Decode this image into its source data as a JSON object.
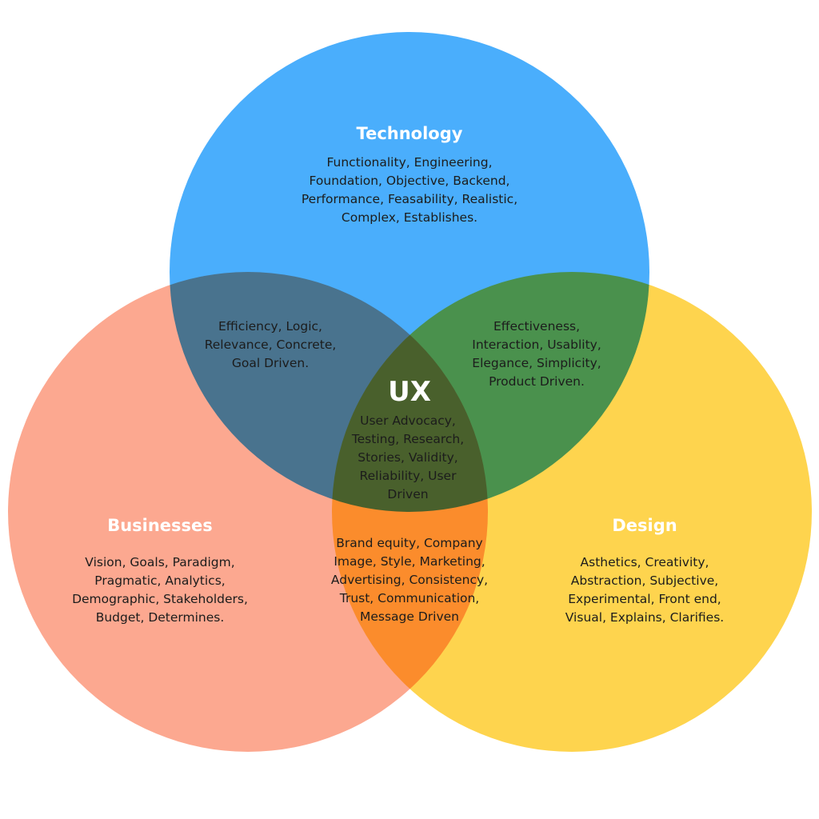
{
  "colors": {
    "technology": "#4aaefc",
    "businesses": "#fb8f71",
    "design": "#fecc2f",
    "title_text": "#ffffff",
    "body_text": "#1c1c1c"
  },
  "circles": {
    "technology": {
      "title": "Technology",
      "text": "Functionality, Engineering,\nFoundation, Objective, Backend,\nPerformance, Feasability, Realistic,\nComplex, Establishes."
    },
    "businesses": {
      "title": "Businesses",
      "text": "Vision, Goals, Paradigm,\nPragmatic, Analytics,\nDemographic, Stakeholders,\nBudget, Determines."
    },
    "design": {
      "title": "Design",
      "text": "Asthetics, Creativity,\nAbstraction, Subjective,\nExperimental, Front end,\nVisual, Explains, Clarifies."
    }
  },
  "overlaps": {
    "technology_businesses": "Efficiency, Logic,\nRelevance, Concrete,\nGoal Driven.",
    "technology_design": "Effectiveness,\nInteraction, Usablity,\nElegance, Simplicity,\nProduct Driven.",
    "businesses_design": "Brand equity, Company\nImage, Style, Marketing,\nAdvertising, Consistency,\nTrust, Communication,\nMessage Driven"
  },
  "center": {
    "title": "UX",
    "text": "User Advocacy,\nTesting, Research,\nStories, Validity,\nReliability, User\nDriven"
  }
}
